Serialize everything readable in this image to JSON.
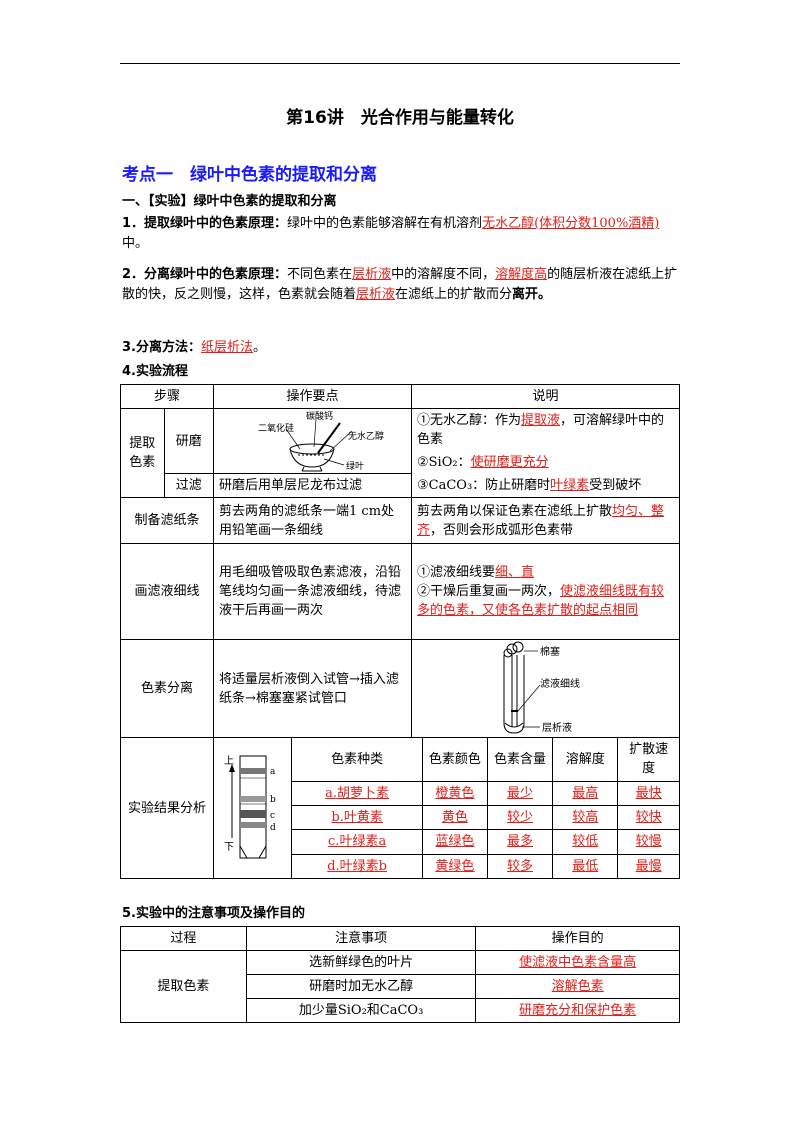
{
  "title": "第16讲　光合作用与能量转化",
  "section": "考点一　绿叶中色素的提取和分离",
  "sub1": "一、【实验】绿叶中色素的提取和分离",
  "p1": {
    "label": "1．提取绿叶中的色素原理：",
    "text": "绿叶中的色素能够溶解在有机溶剂",
    "ans": "无水乙醇(体积分数100%酒精)",
    "tail": "中。"
  },
  "p2": {
    "label": "2．分离绿叶中的色素原理：",
    "t1": "不同色素在",
    "a1": "层析液",
    "t2": "中的溶解度不同，",
    "a2": "溶解度高",
    "t3": "的随层析液在滤纸上扩散的快，反之则慢，这样，色素就会随着",
    "a3": "层析液",
    "t4": "在滤纸上的扩散而分",
    "t5": "离开。"
  },
  "p3": {
    "label": "3.分离方法：",
    "ans": "纸层析法",
    "tail": "。"
  },
  "p4": {
    "label": "4.实验流程"
  },
  "flow": {
    "headers": [
      "步骤",
      "操作要点",
      "说明"
    ],
    "extract": "提取色素",
    "grind": "研磨",
    "grind_fig": {
      "l1": "二氧化硅",
      "l2": "碳酸钙",
      "l3": "无水乙醇",
      "l4": "绿叶"
    },
    "grind_note": {
      "n1a": "①无水乙醇：作为",
      "n1ans": "提取液",
      "n1b": "，可溶解绿叶中的色素",
      "n2a": "②SiO₂：",
      "n2ans": "使研磨更充分",
      "n3a": "③CaCO₃：防止研磨时",
      "n3ans": "叶绿素",
      "n3b": "受到破坏"
    },
    "filter": "过滤",
    "filter_op": "研磨后用单层尼龙布过滤",
    "paper": "制备滤纸条",
    "paper_op": "剪去两角的滤纸条一端1 cm处用铅笔画一条细线",
    "paper_note": {
      "a": "剪去两角以保证色素在滤纸上扩散",
      "ans": "均匀、整齐",
      "b": "，否则会形成弧形色素带"
    },
    "draw": "画滤液细线",
    "draw_op": "用毛细吸管吸取色素滤液，沿铅笔线均匀画一条滤液细线，待滤液干后再画一两次",
    "draw_note": {
      "a": "①滤液细线要",
      "ans1": "细、直",
      "b": "②干燥后重复画一两次，",
      "ans2": "使滤液细线既有较多的色素，又使各色素扩散的起点相同"
    },
    "sep": "色素分离",
    "sep_op": "将适量层析液倒入试管→插入滤纸条→棉塞塞紧试管口",
    "sep_fig": {
      "l1": "棉塞",
      "l2": "滤液细线",
      "l3": "层析液"
    },
    "result": "实验结果分析",
    "result_fig": {
      "top": "上",
      "bottom": "下",
      "a": "a",
      "b": "b",
      "c": "c",
      "d": "d"
    },
    "result_headers": [
      "色素种类",
      "色素颜色",
      "色素含量",
      "溶解度",
      "扩散速度"
    ],
    "result_rows": [
      [
        "a.胡萝卜素",
        "橙黄色",
        "最少",
        "最高",
        "最快"
      ],
      [
        "b.叶黄素",
        "黄色",
        "较少",
        "较高",
        "较快"
      ],
      [
        "c.叶绿素a",
        "蓝绿色",
        "最多",
        "较低",
        "较慢"
      ],
      [
        "d.叶绿素b",
        "黄绿色",
        "较多",
        "最低",
        "最慢"
      ]
    ]
  },
  "p5": {
    "label": "5.实验中的注意事项及操作目的"
  },
  "notes": {
    "headers": [
      "过程",
      "注意事项",
      "操作目的"
    ],
    "proc": "提取色素",
    "rows": [
      [
        "选新鲜绿色的叶片",
        "使滤液中色素含量高"
      ],
      [
        "研磨时加无水乙醇",
        "溶解色素"
      ],
      [
        "加少量SiO₂和CaCO₃",
        "研磨充分和保护色素"
      ]
    ]
  },
  "colors": {
    "accent": "#1a1aff",
    "answer": "#e0201b"
  }
}
